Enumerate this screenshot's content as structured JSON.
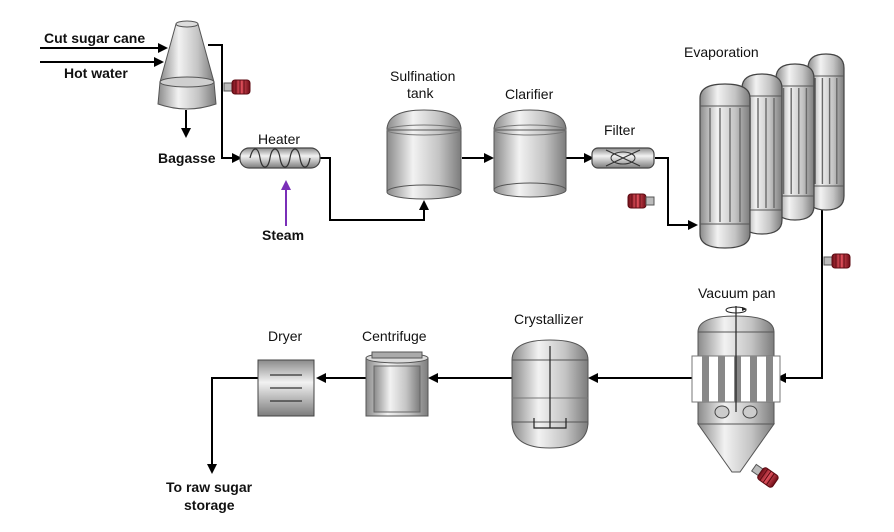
{
  "labels": {
    "cut_sugar_cane": "Cut sugar cane",
    "hot_water": "Hot water",
    "bagasse": "Bagasse",
    "heater": "Heater",
    "steam": "Steam",
    "sulfination_line1": "Sulfination",
    "sulfination_line2": "tank",
    "clarifier": "Clarifier",
    "filter": "Filter",
    "evaporation": "Evaporation",
    "vacuum_pan": "Vacuum pan",
    "crystallizer": "Crystallizer",
    "centrifuge": "Centrifuge",
    "dryer": "Dryer",
    "storage_line1": "To raw sugar",
    "storage_line2": "storage"
  },
  "colors": {
    "pipe": "#000000",
    "steam_arrow": "#7a2fb8",
    "pump": "#b01e2d",
    "vessel_light": "#eeeeee",
    "vessel_dark": "#8a8a8a"
  },
  "icons": {
    "pump": "pump-icon",
    "stirrer": "stirrer-icon"
  }
}
